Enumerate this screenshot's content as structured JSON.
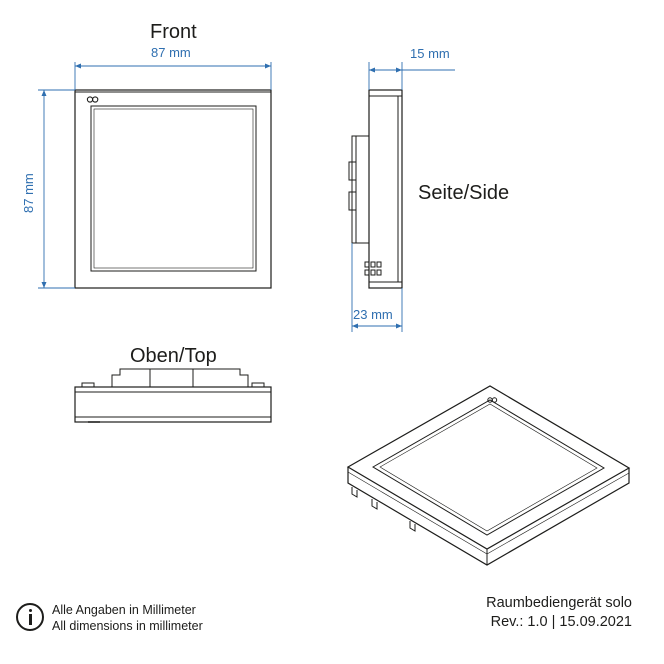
{
  "views": {
    "front": "Front",
    "side": "Seite/Side",
    "top": "Oben/Top"
  },
  "dimensions": {
    "front_width": "87 mm",
    "front_height": "87 mm",
    "side_depth": "15 mm",
    "side_total": "23 mm"
  },
  "notes": {
    "line_de": "Alle Angaben in Millimeter",
    "line_en": "All dimensions in millimeter"
  },
  "product": {
    "name": "Raumbediengerät solo",
    "revision": "Rev.: 1.0 | 15.09.2021"
  },
  "colors": {
    "dimension": "#2f6fb0",
    "line": "#1d1d1b"
  },
  "icons": {
    "logo": "infinity-logo-icon",
    "info": "info-icon"
  }
}
